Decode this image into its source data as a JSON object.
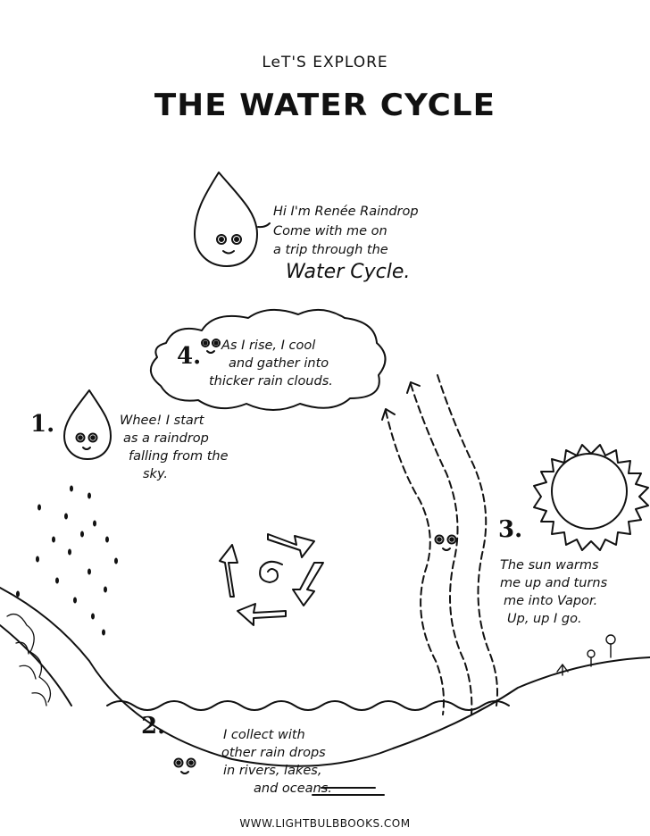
{
  "header": {
    "subtitle": "LeT'S EXPLORE",
    "title": "THE WATER CYCLE"
  },
  "intro": {
    "line1": "Hi I'm Renée Raindrop",
    "line2": "Come with me on",
    "line3": "a trip through the",
    "line4": "Water Cycle."
  },
  "steps": [
    {
      "number": "1.",
      "lines": [
        "Whee! I start",
        "as a raindrop",
        "falling from the",
        "sky."
      ]
    },
    {
      "number": "2.",
      "lines": [
        "I collect with",
        "other rain drops",
        "in rivers, lakes,",
        "and oceans."
      ]
    },
    {
      "number": "3.",
      "lines": [
        "The sun warms",
        "me up and turns",
        "me into Vapor.",
        "Up, up I go."
      ]
    },
    {
      "number": "4.",
      "lines": [
        "As I rise, I cool",
        "and gather into",
        "thicker rain clouds."
      ]
    }
  ],
  "footer": {
    "url": "WWW.LIGHTBULBBOOKS.COM"
  },
  "icons": [
    "raindrop-character",
    "cloud",
    "sun",
    "cycle-arrows",
    "hill",
    "flowers",
    "vapor-streams"
  ]
}
